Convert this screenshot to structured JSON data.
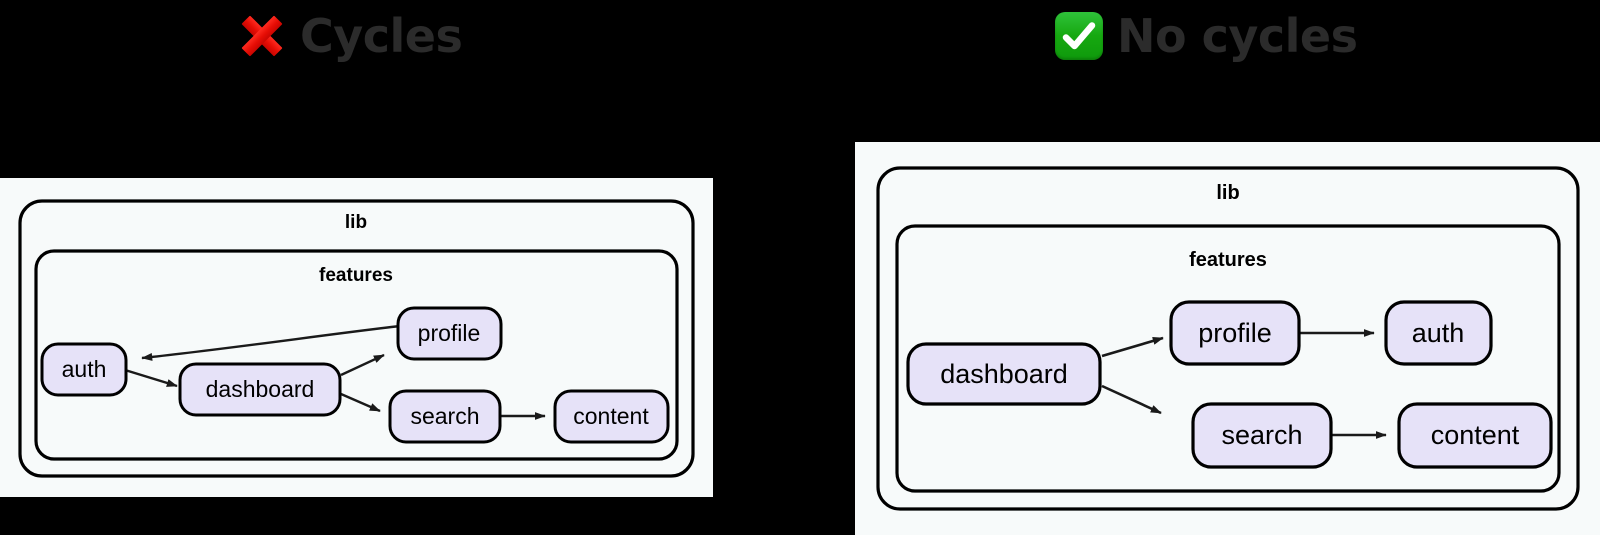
{
  "page": {
    "background": "#000000",
    "panel_background": "#f7fafa"
  },
  "titles": {
    "left": {
      "emoji": "cross-mark-emoji",
      "text": "Cycles",
      "color": "#2b2b2b",
      "emoji_color": "#e60d05"
    },
    "right": {
      "emoji": "check-mark-button-emoji",
      "text": "No cycles",
      "color": "#2b2b2b",
      "emoji_color": "#16a810"
    }
  },
  "style": {
    "node_fill": "#e6e2f8",
    "node_stroke": "#000000",
    "cluster_fill": "#f7fafa",
    "cluster_stroke": "#000000",
    "edge_color": "#1a1a1a"
  },
  "diagrams": [
    {
      "id": "cycles",
      "side": "left",
      "clusters": [
        {
          "id": "lib",
          "label": "lib"
        },
        {
          "id": "features",
          "label": "features"
        }
      ],
      "nodes": [
        {
          "id": "auth",
          "label": "auth"
        },
        {
          "id": "dashboard",
          "label": "dashboard"
        },
        {
          "id": "profile",
          "label": "profile"
        },
        {
          "id": "search",
          "label": "search"
        },
        {
          "id": "content",
          "label": "content"
        }
      ],
      "edges": [
        {
          "from": "auth",
          "to": "dashboard"
        },
        {
          "from": "dashboard",
          "to": "profile"
        },
        {
          "from": "profile",
          "to": "auth"
        },
        {
          "from": "dashboard",
          "to": "search"
        },
        {
          "from": "search",
          "to": "content"
        }
      ],
      "has_cycle": true,
      "cycle_path": [
        "auth",
        "dashboard",
        "profile",
        "auth"
      ]
    },
    {
      "id": "no-cycles",
      "side": "right",
      "clusters": [
        {
          "id": "lib",
          "label": "lib"
        },
        {
          "id": "features",
          "label": "features"
        }
      ],
      "nodes": [
        {
          "id": "dashboard",
          "label": "dashboard"
        },
        {
          "id": "profile",
          "label": "profile"
        },
        {
          "id": "auth",
          "label": "auth"
        },
        {
          "id": "search",
          "label": "search"
        },
        {
          "id": "content",
          "label": "content"
        }
      ],
      "edges": [
        {
          "from": "dashboard",
          "to": "profile"
        },
        {
          "from": "profile",
          "to": "auth"
        },
        {
          "from": "dashboard",
          "to": "search"
        },
        {
          "from": "search",
          "to": "content"
        }
      ],
      "has_cycle": false,
      "cycle_path": []
    }
  ]
}
